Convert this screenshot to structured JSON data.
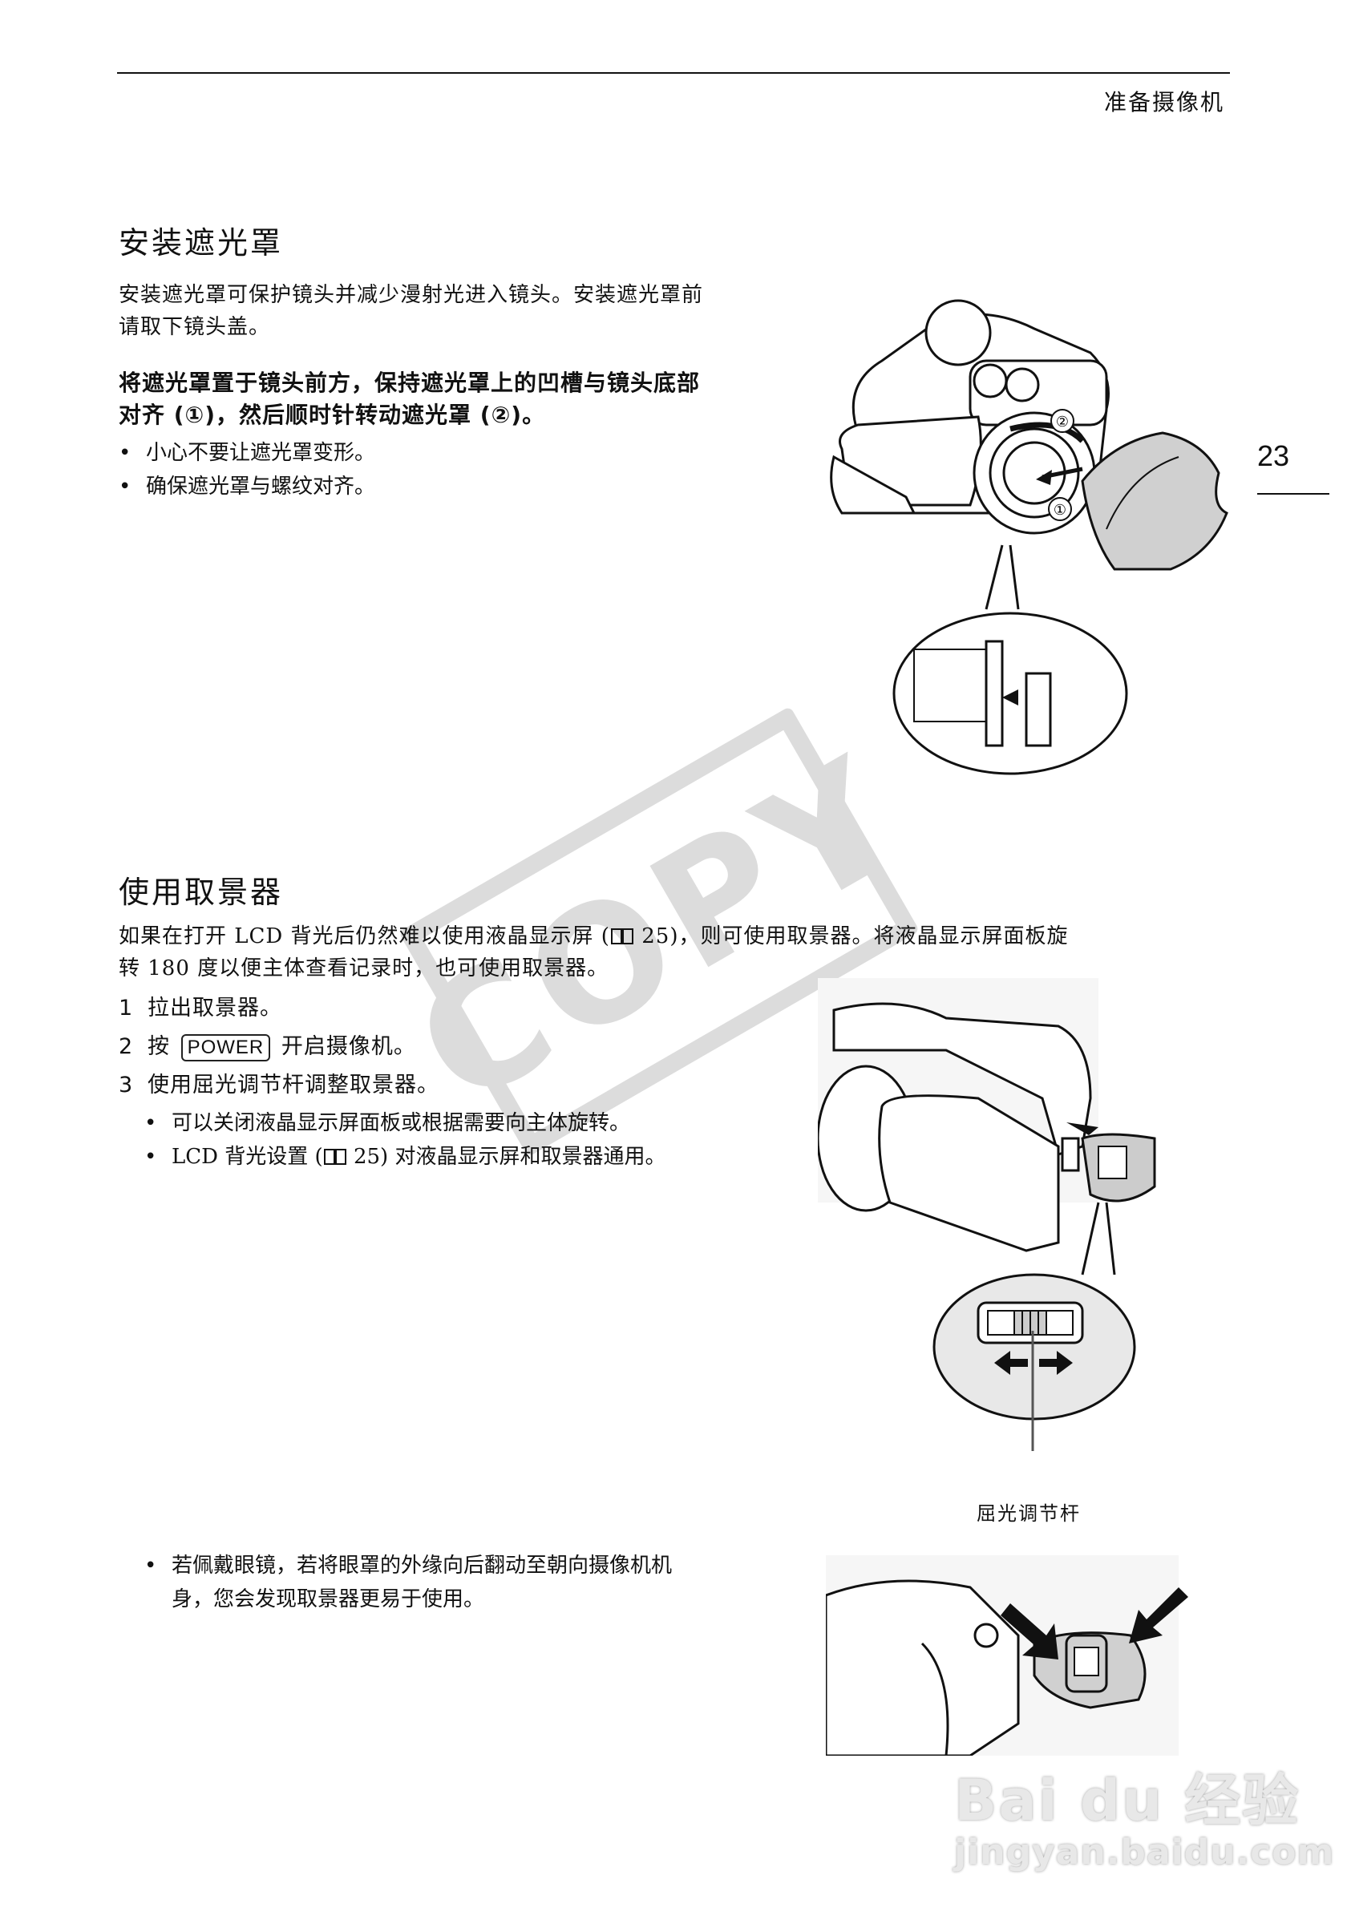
{
  "header": {
    "section_title": "准备摄像机",
    "page_number": "23"
  },
  "watermark": {
    "text": "COPY"
  },
  "section1": {
    "heading": "安装遮光罩",
    "intro_line1": "安装遮光罩可保护镜头并减少漫射光进入镜头。安装遮光罩前",
    "intro_line2": "请取下镜头盖。",
    "instruction_line1": "将遮光罩置于镜头前方，保持遮光罩上的凹槽与镜头底部",
    "instruction_line2": "对齐 (①)，然后顺时针转动遮光罩 (②)。",
    "bullets": [
      "小心不要让遮光罩变形。",
      "确保遮光罩与螺纹对齐。"
    ],
    "figure": {
      "label1": "①",
      "label2": "②",
      "alt": "lens-hood-attachment-illustration"
    }
  },
  "section2": {
    "heading": "使用取景器",
    "intro_line1_a": "如果在打开 LCD 背光后仍然难以使用液晶显示屏 (",
    "intro_line1_ref": "25",
    "intro_line1_b": ")，则可使用取景器。将液晶显示屏面板旋",
    "intro_line2": "转 180 度以便主体查看记录时，也可使用取景器。",
    "steps": [
      {
        "num": "1",
        "text": "拉出取景器。"
      },
      {
        "num": "2",
        "pre": "按",
        "key": "POWER",
        "post": "开启摄像机。"
      },
      {
        "num": "3",
        "text": "使用屈光调节杆调整取景器。"
      }
    ],
    "sub_bullets": [
      {
        "text": "可以关闭液晶显示屏面板或根据需要向主体旋转。"
      },
      {
        "pre": "LCD 背光设置 (",
        "ref": "25",
        "post": ") 对液晶显示屏和取景器通用。"
      }
    ],
    "figure_caption": "屈光调节杆",
    "final_bullet_line1": "若佩戴眼镜，若将眼罩的外缘向后翻动至朝向摄像机机",
    "final_bullet_line2": "身，您会发现取景器更易于使用。"
  },
  "baidu_watermark": {
    "logo": "Bai du 经验",
    "url": "jingyan.baidu.com"
  }
}
